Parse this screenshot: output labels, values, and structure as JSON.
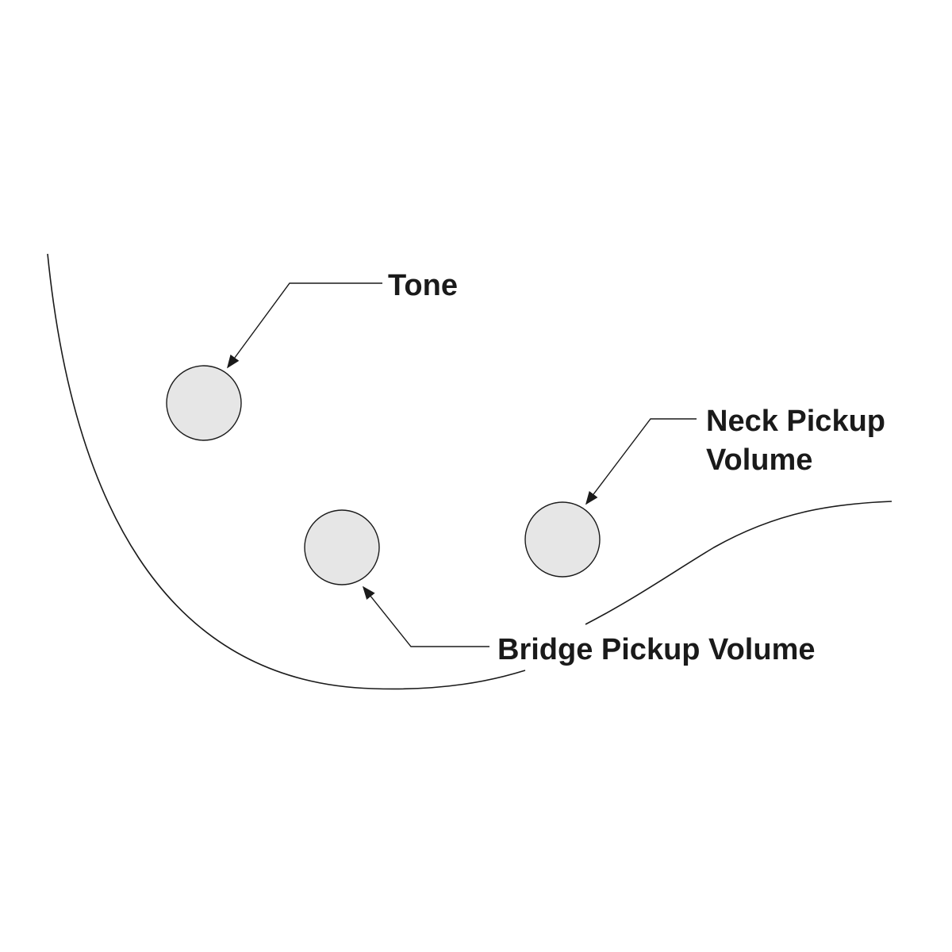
{
  "labels": {
    "tone": "Tone",
    "neck_line1": "Neck Pickup",
    "neck_line2": "Volume",
    "bridge": "Bridge Pickup Volume"
  },
  "colors": {
    "background": "#ffffff",
    "line": "#1a1a1a",
    "knob_fill": "#e6e6e6"
  }
}
